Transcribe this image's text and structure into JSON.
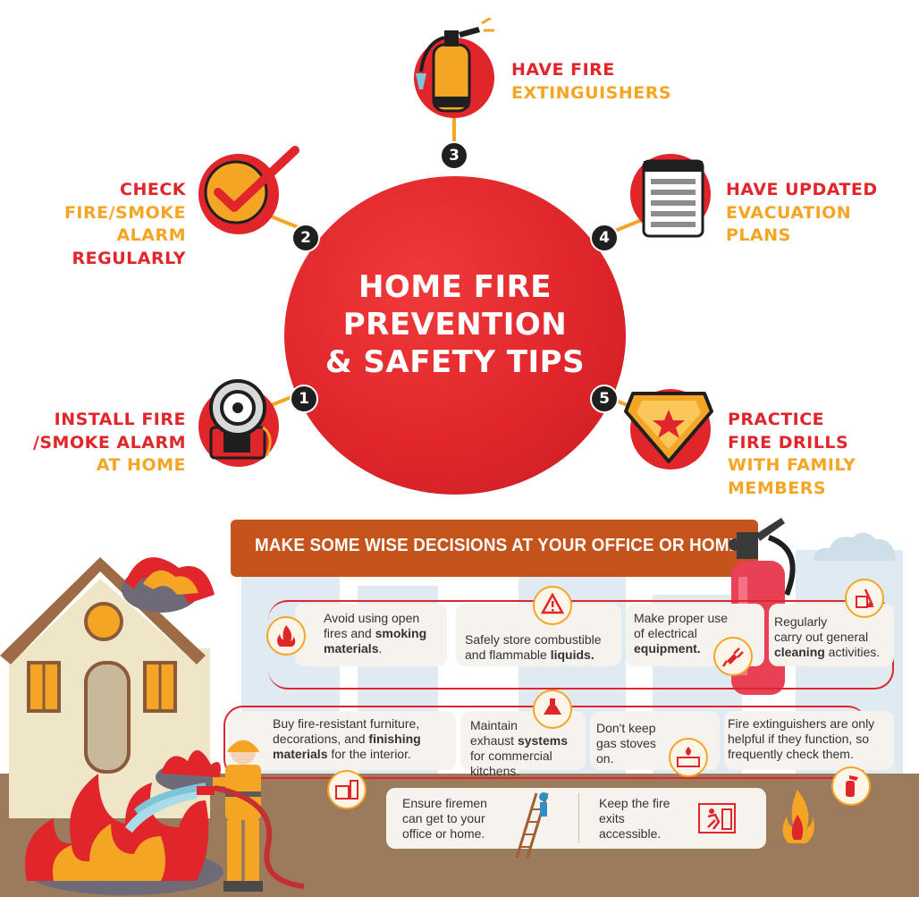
{
  "main_title": [
    "HOME FIRE",
    "PREVENTION",
    "& SAFETY TIPS"
  ],
  "tips": [
    {
      "num": "1",
      "lines": [
        {
          "t": "INSTALL FIRE",
          "c": "red"
        },
        {
          "t": "/SMOKE ALARM",
          "c": "red"
        },
        {
          "t": "AT HOME",
          "c": "orange"
        }
      ],
      "icon": "smoke-alarm-icon"
    },
    {
      "num": "2",
      "lines": [
        {
          "t": "CHECK",
          "c": "red"
        },
        {
          "t": "FIRE/SMOKE",
          "c": "orange"
        },
        {
          "t": "ALARM",
          "c": "orange"
        },
        {
          "t": "REGULARLY",
          "c": "red"
        }
      ],
      "icon": "checkmark-icon"
    },
    {
      "num": "3",
      "lines": [
        {
          "t": "HAVE FIRE",
          "c": "red"
        },
        {
          "t": "EXTINGUISHERS",
          "c": "orange"
        }
      ],
      "icon": "fire-extinguisher-icon"
    },
    {
      "num": "4",
      "lines": [
        {
          "t": "HAVE UPDATED",
          "c": "red"
        },
        {
          "t": "EVACUATION",
          "c": "orange"
        },
        {
          "t": "PLANS",
          "c": "orange"
        }
      ],
      "icon": "notepad-icon"
    },
    {
      "num": "5",
      "lines": [
        {
          "t": "PRACTICE",
          "c": "red"
        },
        {
          "t": "FIRE DRILLS",
          "c": "red"
        },
        {
          "t": "WITH FAMILY",
          "c": "orange"
        },
        {
          "t": "MEMBERS",
          "c": "orange"
        }
      ],
      "icon": "badge-star-icon"
    }
  ],
  "banner": "MAKE SOME WISE DECISIONS AT YOUR OFFICE OR HOME",
  "decisions": [
    {
      "parts": [
        {
          "t": "Avoid using open\nfires and "
        },
        {
          "t": "smoking\nmaterials",
          "b": true
        },
        {
          "t": "."
        }
      ],
      "icon": "fire-icon"
    },
    {
      "parts": [
        {
          "t": "Safely store combustible\nand flammable "
        },
        {
          "t": "liquids.",
          "b": true
        }
      ],
      "icon": "warning-icon"
    },
    {
      "parts": [
        {
          "t": "Make proper use\nof electrical\n"
        },
        {
          "t": "equipment.",
          "b": true
        }
      ],
      "icon": "plug-icon"
    },
    {
      "parts": [
        {
          "t": "Regularly\ncarry out general\n"
        },
        {
          "t": "cleaning",
          "b": true
        },
        {
          "t": " activities."
        }
      ],
      "icon": "cleaning-icon"
    },
    {
      "parts": [
        {
          "t": "Buy fire-resistant furniture,\ndecorations, and "
        },
        {
          "t": "finishing\nmaterials",
          "b": true
        },
        {
          "t": " for the interior."
        }
      ],
      "icon": "furniture-icon"
    },
    {
      "parts": [
        {
          "t": "Maintain\nexhaust "
        },
        {
          "t": "systems",
          "b": true
        },
        {
          "t": "\nfor commercial\nkitchens."
        }
      ],
      "icon": "exhaust-hood-icon"
    },
    {
      "parts": [
        {
          "t": "Don't keep\ngas stoves\non."
        }
      ],
      "icon": "gas-stove-icon"
    },
    {
      "parts": [
        {
          "t": "Fire extinguishers are only\nhelpful if they function, so\nfrequently check them."
        }
      ],
      "icon": "extinguisher-icon"
    },
    {
      "parts": [
        {
          "t": "Ensure firemen\ncan get to your\noffice or home."
        }
      ],
      "icon": "ladder-icon"
    },
    {
      "parts": [
        {
          "t": "Keep the fire\nexits\naccessible."
        }
      ],
      "icon": "exit-sign-icon"
    }
  ],
  "colors": {
    "red": "#e0262b",
    "orange": "#f4a524",
    "banner": "#c4531c",
    "dark": "#1f1f1f"
  }
}
